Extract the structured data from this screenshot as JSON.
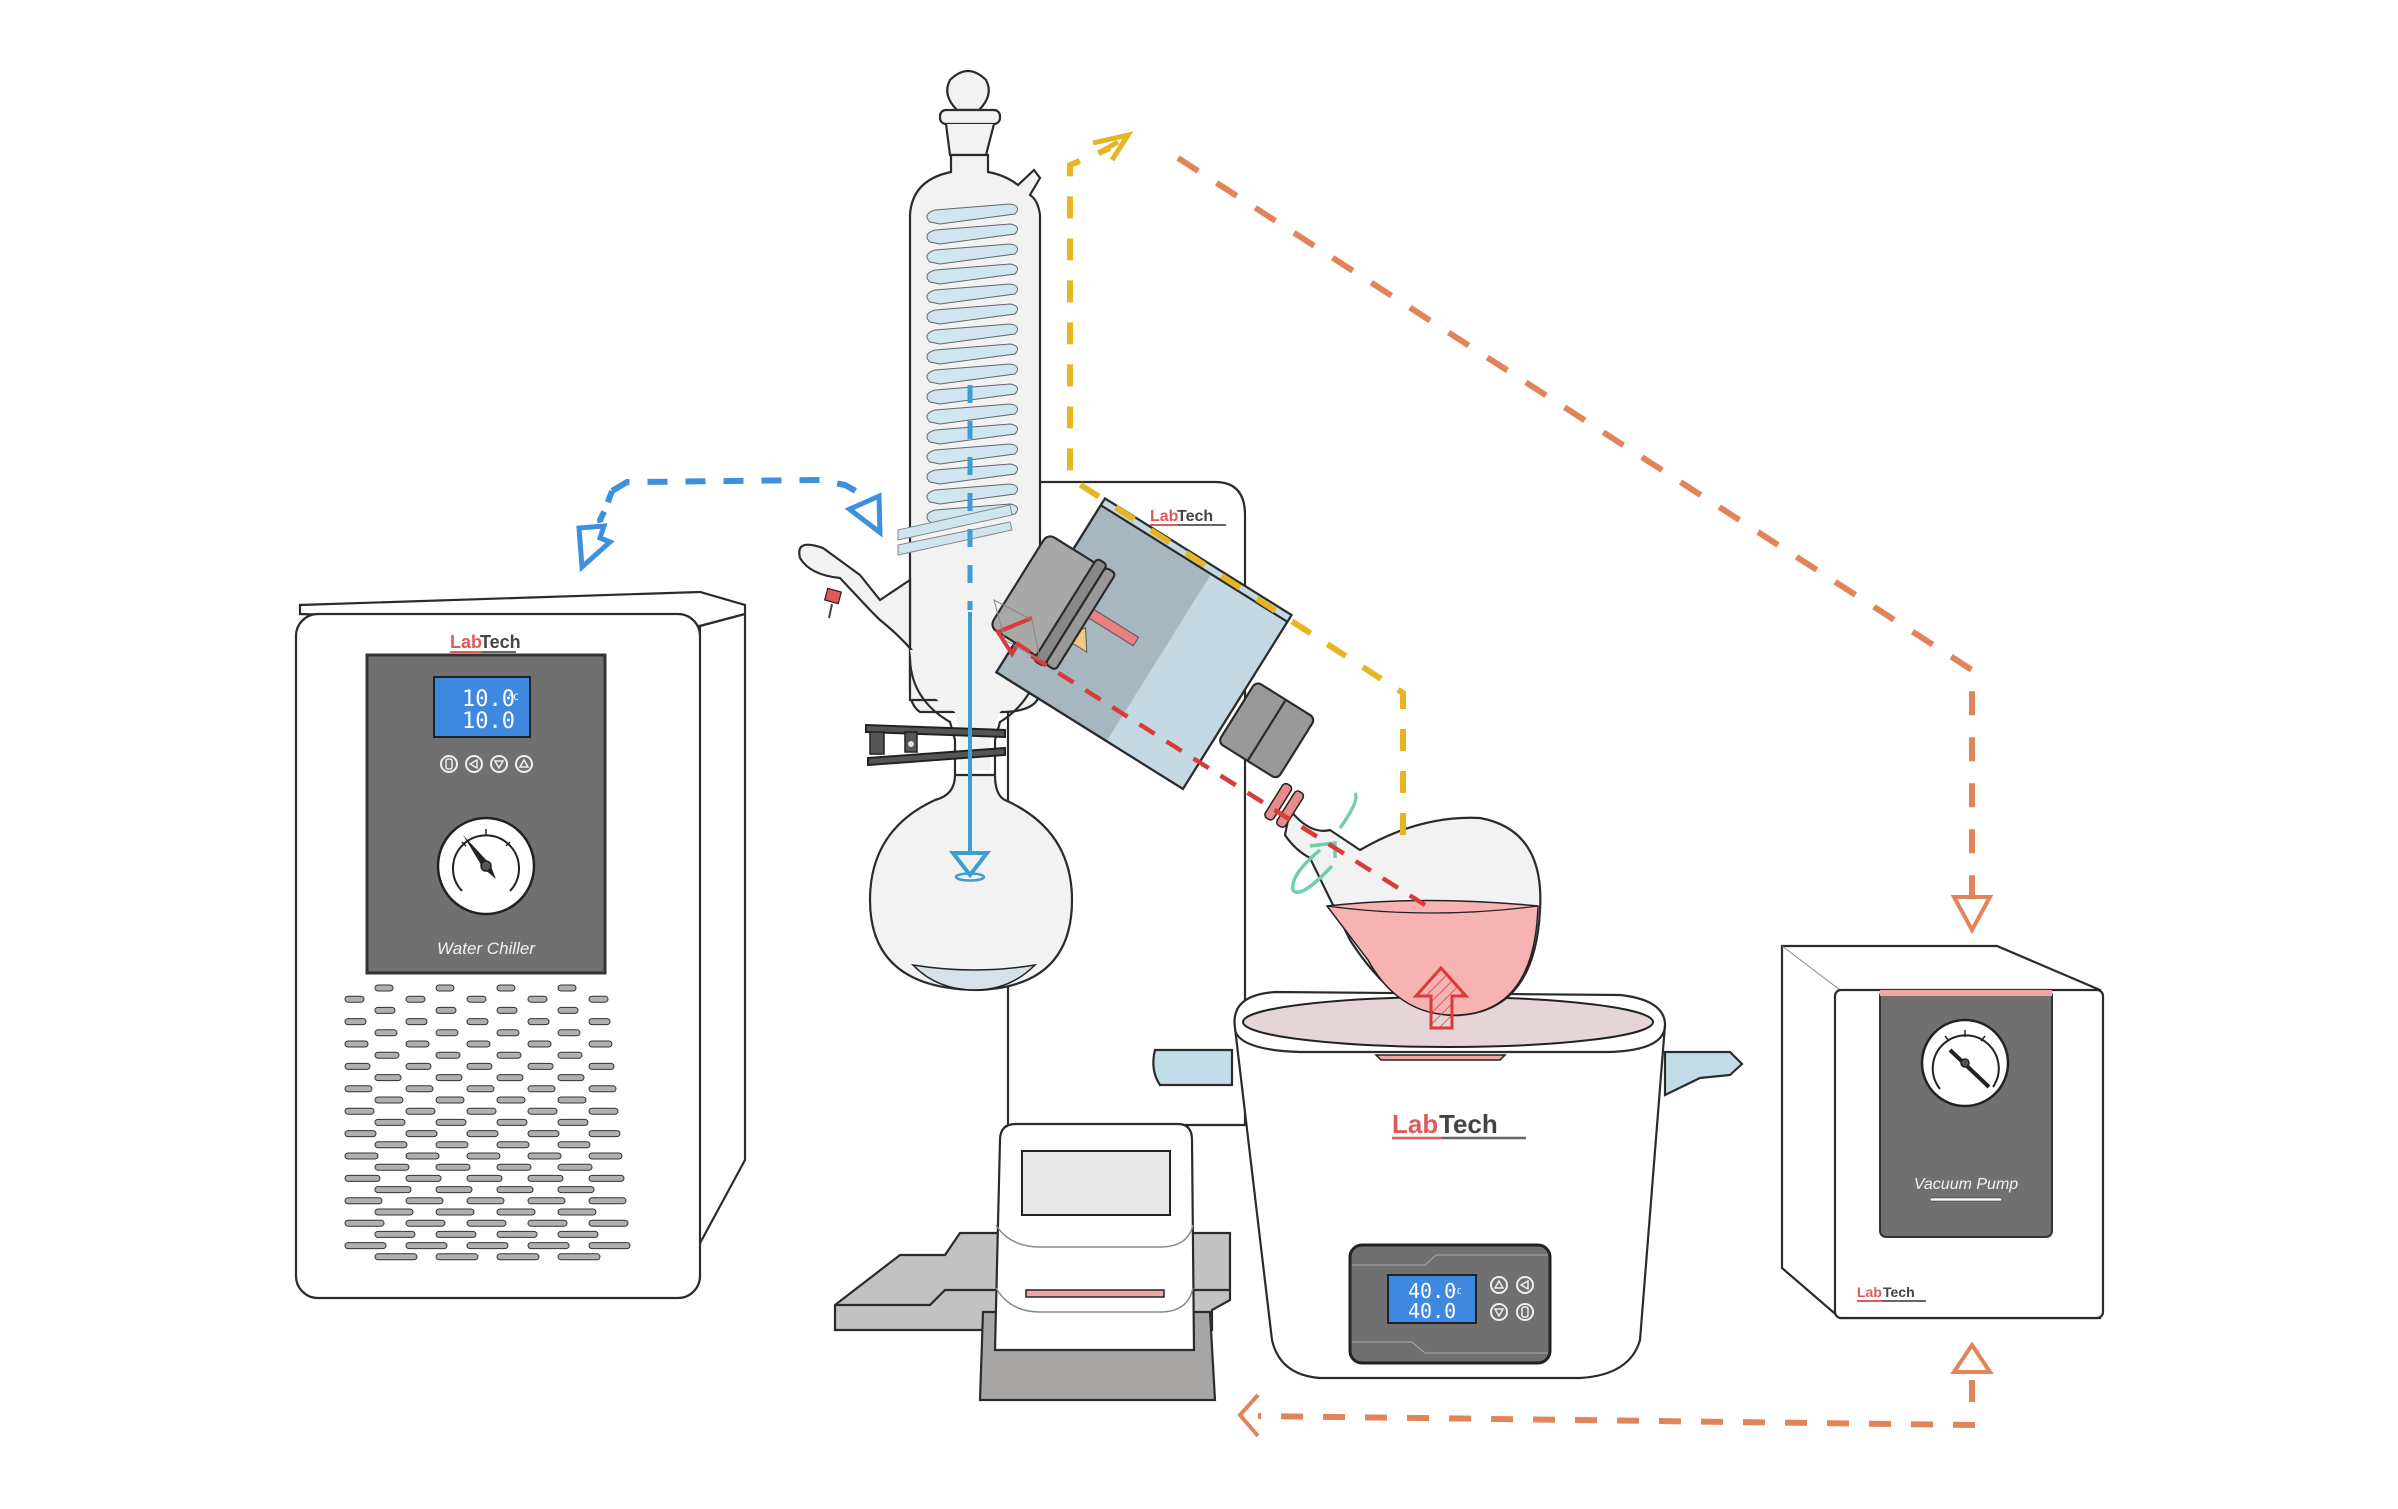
{
  "brand": {
    "part1": "Lab",
    "part2": "Tech"
  },
  "colors": {
    "coolant_flow": "#3d8fe0",
    "vapor_flow": "#e6b622",
    "vacuum_flow": "#e2845a",
    "rotation": "#6fd0a8",
    "heat": "#d93a3a",
    "solution": "#f7b2b2",
    "lcd": "#3f88e0",
    "panel": "#707070"
  },
  "water_chiller": {
    "name": "Water Chiller",
    "display_line1": "10.0",
    "display_line2": "10.0",
    "unit": "°C",
    "buttons": [
      "power",
      "left",
      "down",
      "up"
    ]
  },
  "water_bath": {
    "display_line1": "40.0",
    "display_line2": "40.0",
    "unit": "°C",
    "buttons": [
      "up",
      "left",
      "down",
      "power"
    ]
  },
  "vacuum_pump": {
    "name": "Vacuum Pump"
  },
  "rotary_evaporator": {
    "components": [
      "condenser-coil",
      "receiving-flask",
      "rotary-motor",
      "evaporating-flask",
      "lift-base",
      "water-bath"
    ]
  },
  "flows": [
    {
      "name": "coolant-loop",
      "color": "blue",
      "between": [
        "water-chiller",
        "condenser"
      ]
    },
    {
      "name": "vapor-path",
      "color": "yellow",
      "between": [
        "evaporating-flask",
        "condenser-top"
      ]
    },
    {
      "name": "vacuum-line-top",
      "color": "orange",
      "between": [
        "condenser-top",
        "vacuum-pump"
      ]
    },
    {
      "name": "vacuum-line-bottom",
      "color": "orange",
      "between": [
        "vacuum-pump",
        "water-bath"
      ]
    },
    {
      "name": "condensate-drop",
      "color": "blue",
      "between": [
        "condenser",
        "receiving-flask"
      ]
    },
    {
      "name": "vapor-rise",
      "color": "red",
      "between": [
        "evaporating-flask",
        "condenser"
      ]
    }
  ]
}
